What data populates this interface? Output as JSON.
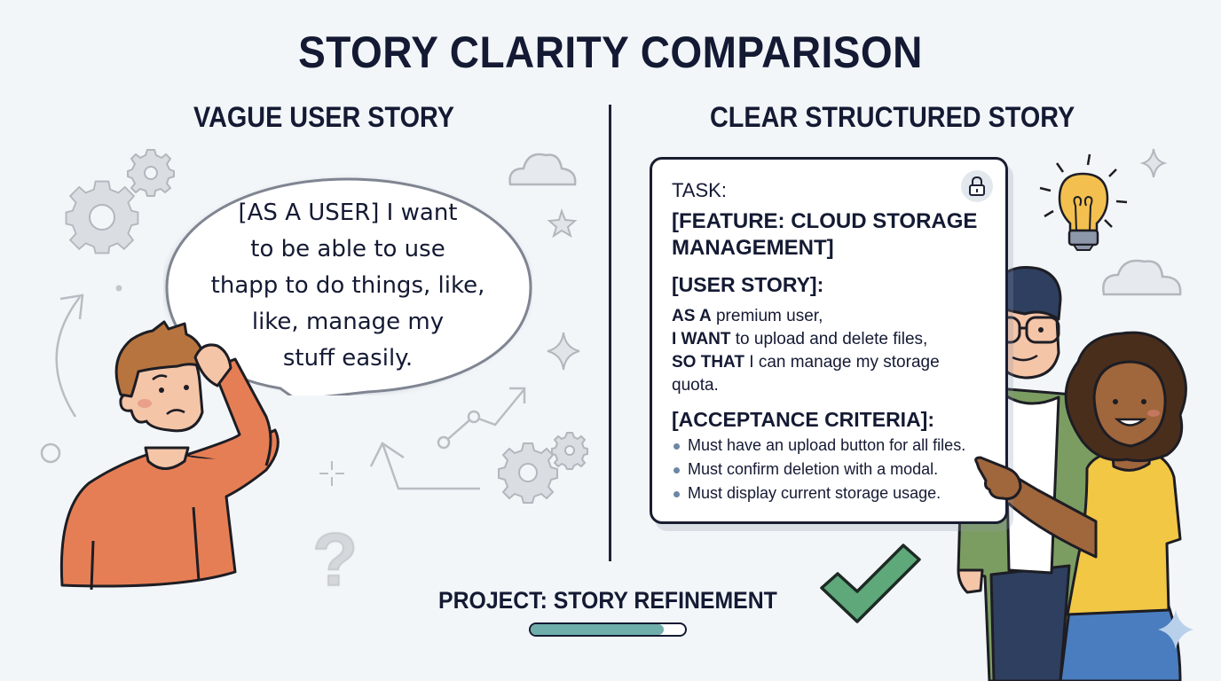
{
  "title": "STORY CLARITY COMPARISON",
  "left": {
    "heading": "VAGUE USER STORY",
    "speech_bubble": {
      "lines": [
        "[AS A USER] I want",
        "to be able to use",
        "thapp to do things, like,",
        "like, manage my",
        "stuff easily."
      ]
    },
    "character": "confused-person-scratching-head",
    "decorations": [
      "gear-icon",
      "gear-icon",
      "cloud-icon",
      "star-icon",
      "sparkle-icon",
      "arrow-icon",
      "trend-line-icon",
      "question-mark-icon"
    ]
  },
  "right": {
    "heading": "CLEAR STRUCTURED STORY",
    "card": {
      "task_label": "TASK:",
      "feature_line1": "[FEATURE: CLOUD STORAGE",
      "feature_line2": "MANAGEMENT]",
      "lock_icon": "lock-icon",
      "story_heading": "[USER STORY]:",
      "story": [
        {
          "bold": "AS A",
          "rest": " premium user,"
        },
        {
          "bold": "I WANT",
          "rest": " to upload and delete files,"
        },
        {
          "bold": "SO THAT",
          "rest": " I can manage my storage"
        },
        {
          "bold": "",
          "rest": "quota."
        }
      ],
      "criteria_heading": "[ACCEPTANCE CRITERIA]:",
      "criteria": [
        "Must have an upload button for all files.",
        "Must confirm deletion with a modal.",
        "Must display current storage usage."
      ]
    },
    "characters": [
      "man-with-glasses",
      "woman-pointing"
    ],
    "decorations": [
      "lightbulb-icon",
      "sparkle-icon",
      "cloud-icon",
      "checkmark-icon"
    ]
  },
  "footer": {
    "project_label": "PROJECT: STORY REFINEMENT",
    "progress_percent": 86
  },
  "colors": {
    "background": "#f3f6f9",
    "text": "#141a33",
    "shirt_orange": "#e67e55",
    "shirt_yellow": "#f2c744",
    "jacket_green": "#7c9d62",
    "check_green": "#5ea87a",
    "progress_teal": "#6faeab",
    "bulb_yellow": "#f3c04f"
  }
}
